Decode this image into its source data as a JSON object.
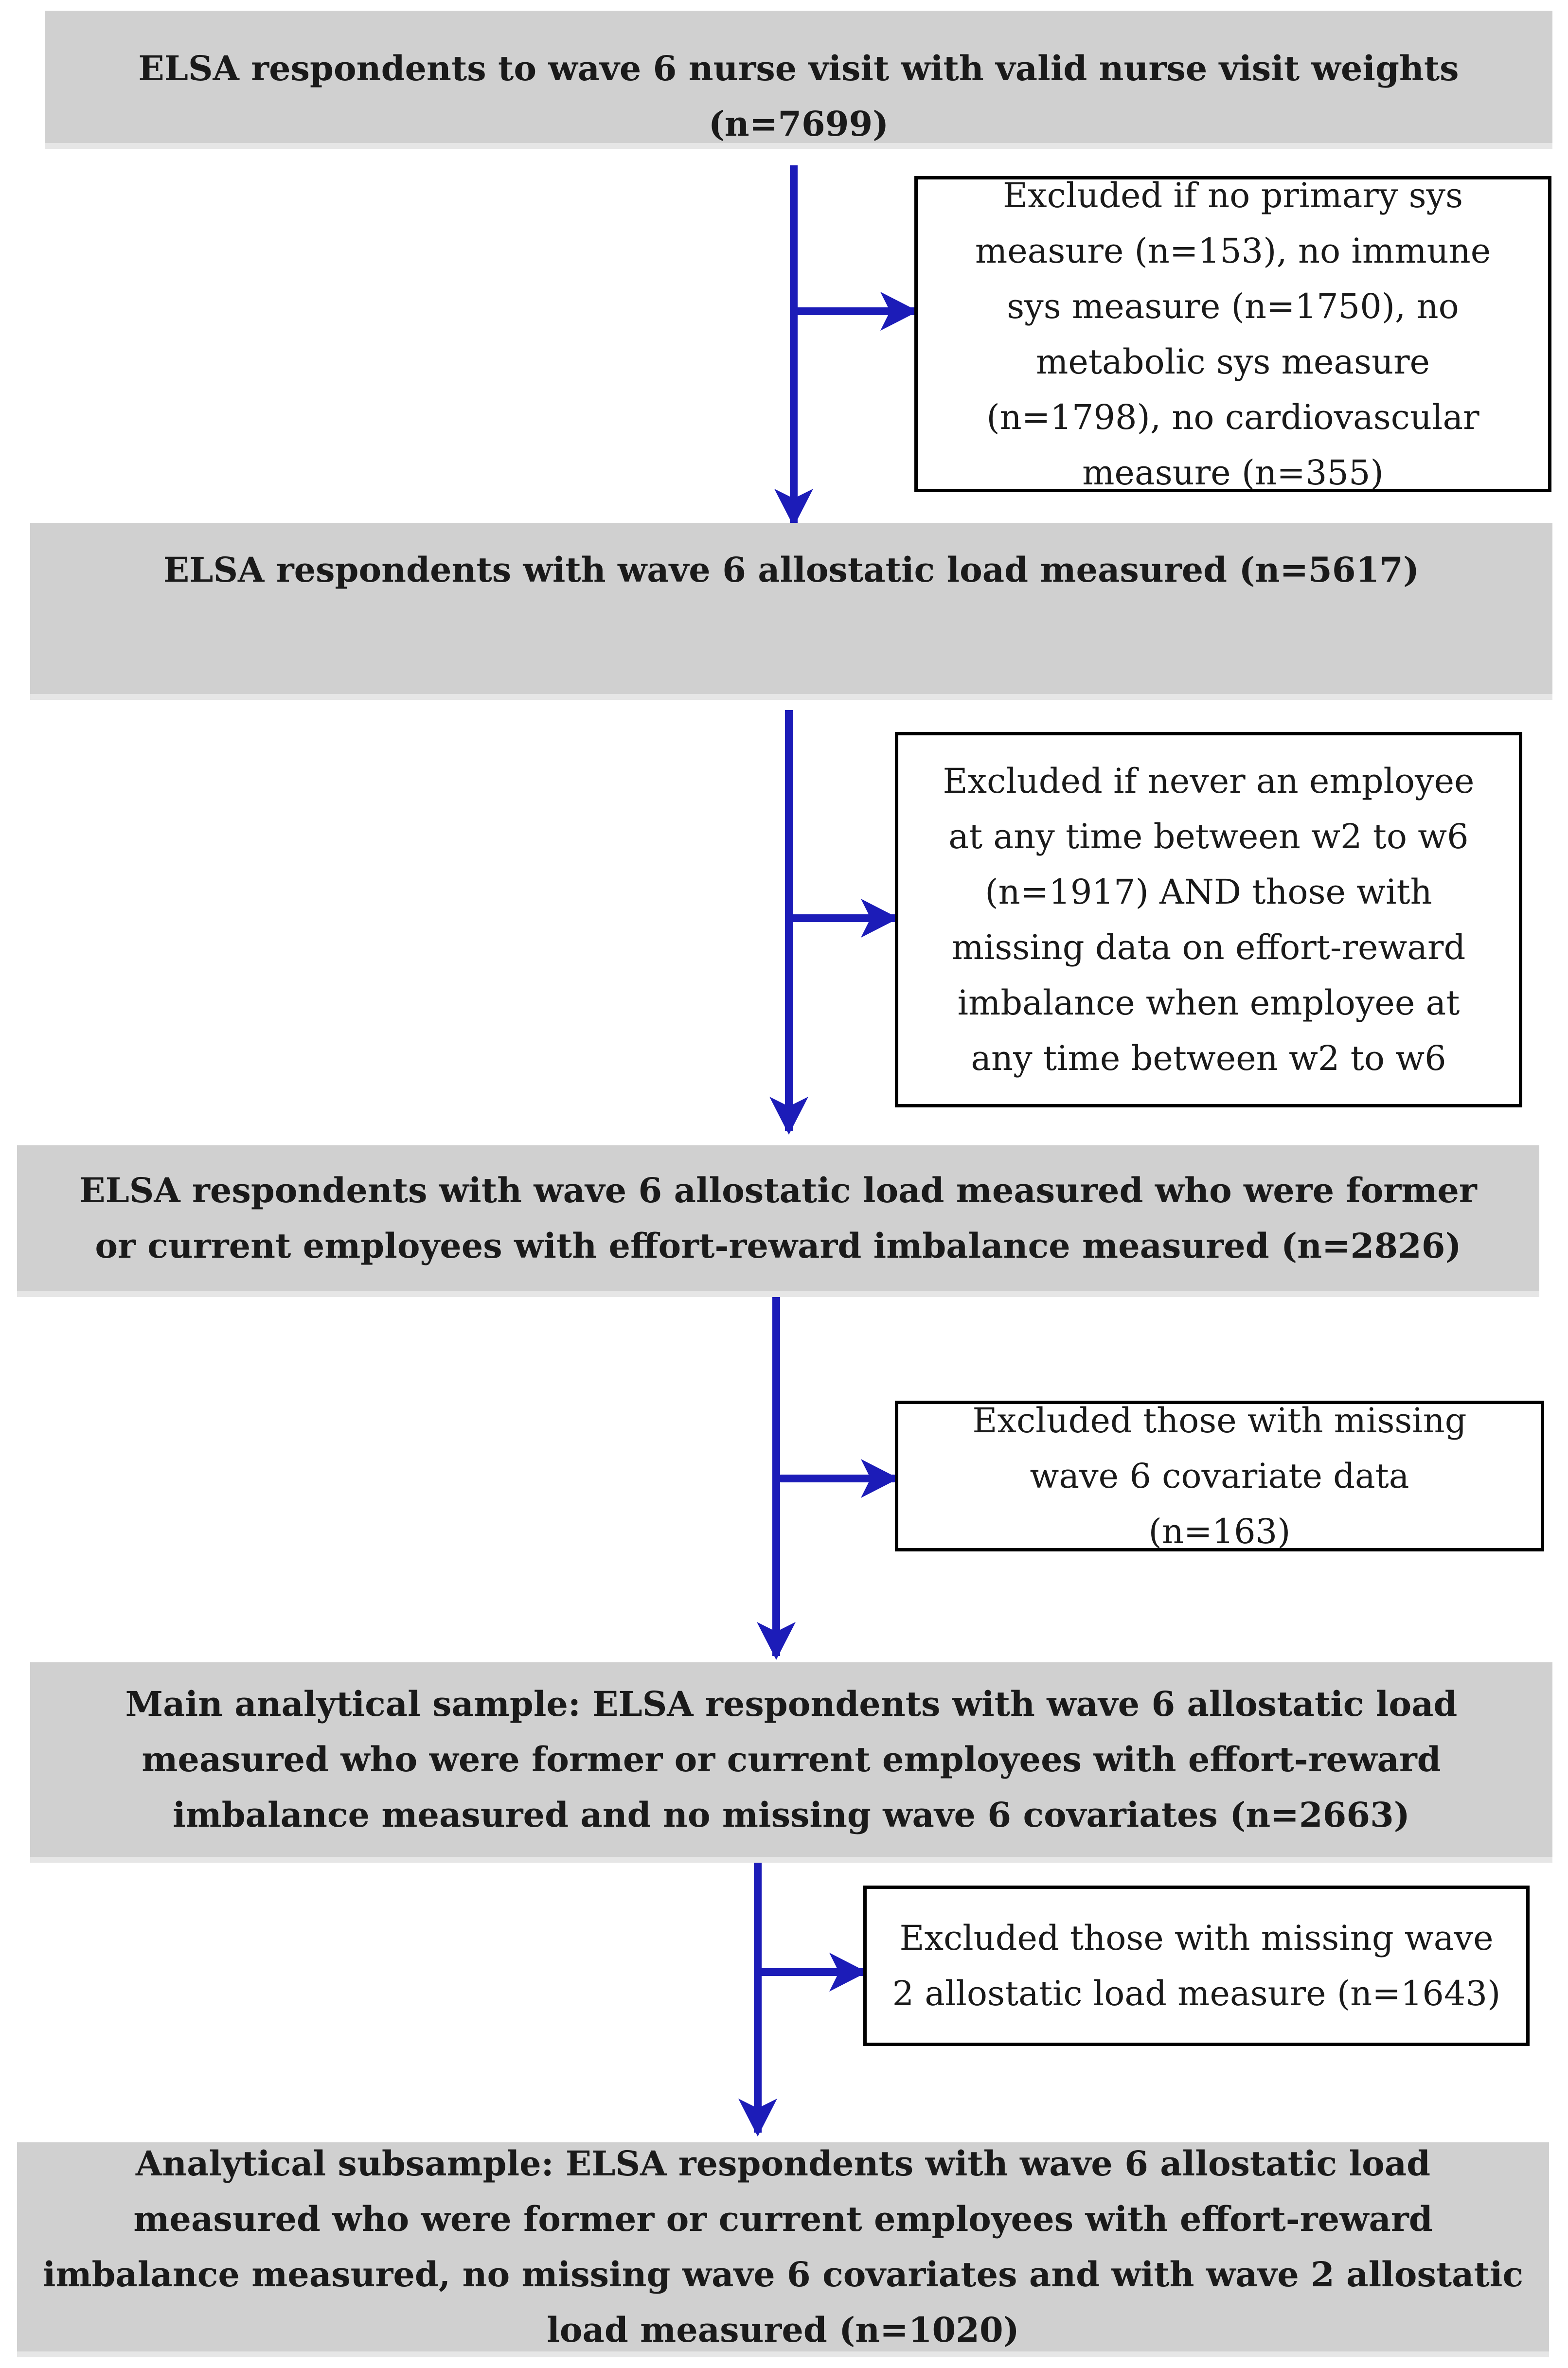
{
  "stages": [
    "ELSA respondents to wave 6 nurse visit with valid nurse visit weights (n=7699)",
    "ELSA respondents with wave 6 allostatic load measured (n=5617)",
    "ELSA respondents with wave 6 allostatic load measured who were former or current employees with effort-reward imbalance measured (n=2826)",
    "Main analytical sample: ELSA respondents with wave 6 allostatic load measured who were former or current employees with effort-reward imbalance measured and no missing wave 6 covariates (n=2663)",
    "Analytical subsample: ELSA respondents with wave 6 allostatic load measured who were former or current employees with effort-reward imbalance measured, no missing wave 6 covariates and with wave 2 allostatic load measured (n=1020)"
  ],
  "exclusions": [
    "Excluded if no primary sys measure (n=153), no immune sys measure (n=1750), no metabolic sys measure (n=1798), no cardiovascular measure (n=355)",
    "Excluded if never an employee at any time between w2 to w6 (n=1917) AND those with missing data on effort-reward imbalance when employee at any time between w2 to w6",
    "Excluded those with missing wave 6 covariate data (n=163)",
    "Excluded those with missing wave 2 allostatic load measure (n=1643)"
  ],
  "colors": {
    "stage_fill": "#d0d0d0",
    "stage_shadow": "#e6e6e6",
    "arrow": "#1c1cb8",
    "exclusion_border": "#000000"
  }
}
